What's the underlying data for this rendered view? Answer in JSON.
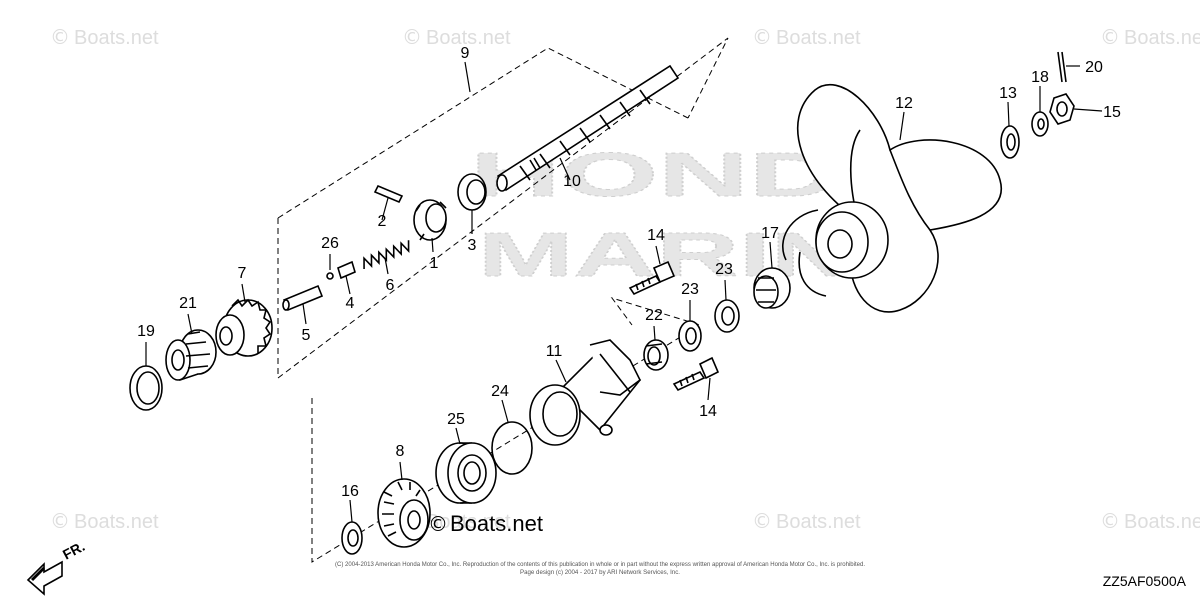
{
  "watermarks": [
    {
      "symbol": "©",
      "text": "Boats.net"
    },
    {
      "symbol": "©",
      "text": "Boats.net"
    },
    {
      "symbol": "©",
      "text": "Boats.net"
    },
    {
      "symbol": "©",
      "text": "Boats.net"
    },
    {
      "symbol": "©",
      "text": "Boats.net"
    },
    {
      "symbol": "©",
      "text": "Boats.net"
    },
    {
      "symbol": "©",
      "text": "Boats.net"
    },
    {
      "symbol": "©",
      "text": "Boats.net"
    }
  ],
  "brand_watermark": {
    "line1": "HONDA",
    "line2": "MARINE"
  },
  "center_logo": {
    "symbol": "©",
    "text": "Boats.net"
  },
  "callouts": [
    "9",
    "10",
    "2",
    "26",
    "1",
    "3",
    "4",
    "5",
    "6",
    "7",
    "21",
    "19",
    "12",
    "13",
    "18",
    "20",
    "15",
    "14",
    "17",
    "23",
    "23",
    "22",
    "11",
    "24",
    "25",
    "14",
    "8",
    "16"
  ],
  "copyright": {
    "line1": "(C) 2004-2013 American Honda Motor Co., Inc. Reproduction of the contents of this publication in whole or in part without the express written approval of American Honda Motor Co., Inc. is prohibited.",
    "line2": "Page design (c) 2004 - 2017 by ARI Network Services, Inc."
  },
  "direction_label": "FR.",
  "diagram_code": "ZZ5AF0500A"
}
